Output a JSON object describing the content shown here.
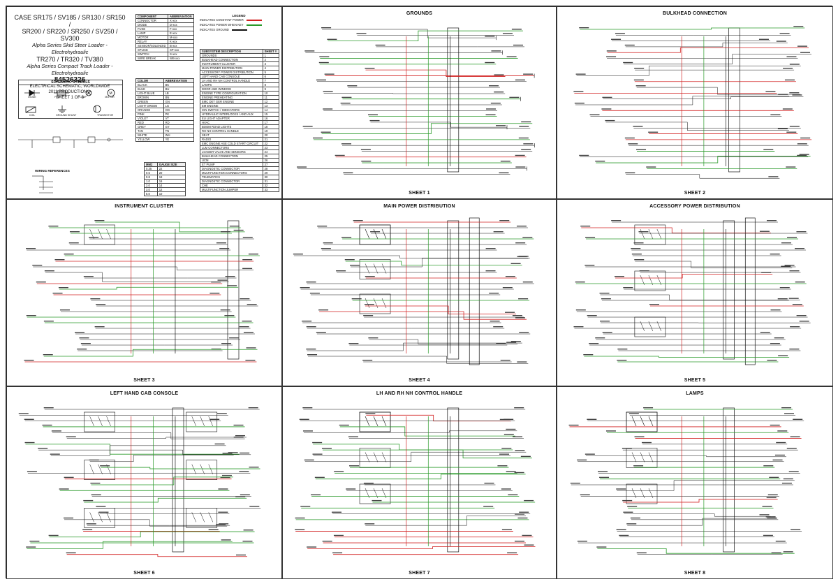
{
  "title_block": {
    "models_line1": "CASE SR175 / SV185 / SR130 / SR150 /",
    "models_line2": "SR200 / SR220 / SR250 / SV250 / SV300",
    "series_line1": "Alpha Series Skid Steer Loader - Electrohydraulic",
    "models_line3": "TR270 / TR320 / TV380",
    "series_line2": "Alpha Series Compact Track Loader - Electrohydraulic",
    "part_number": "84526326",
    "schematic_desc": "ELECTRICAL SCHEMATIC, WORLDWIDE",
    "production": "2011 PRODUCTION—",
    "sheet_info": "SHEET 1 OF 3",
    "symbols_header": "SCHEMATIC SYMBOLS",
    "symbols": [
      "DIODE",
      "FUSE",
      "LAMP",
      "MOTOR",
      "COIL",
      "GROUND SHUNT",
      "TRANSISTOR"
    ],
    "wiring_refs_header": "WIRING REFERENCES"
  },
  "component_table": {
    "headers": [
      "COMPONENT",
      "ABBREVIATION"
    ],
    "rows": [
      [
        "CONNECTOR",
        "X-xxx"
      ],
      [
        "DIODE",
        "D-xxx"
      ],
      [
        "FUSE",
        "F-xxx"
      ],
      [
        "LAMP",
        "E-xxx"
      ],
      [
        "MOTOR",
        "M-xxx"
      ],
      [
        "RELAY",
        "K-xxx"
      ],
      [
        "SENSOR/SOLENOID",
        "B-xxx"
      ],
      [
        "SPLICE",
        "SP-xxx"
      ],
      [
        "SWITCH",
        "S-xxx"
      ],
      [
        "WIRE BREAK",
        "WB-xxx"
      ]
    ]
  },
  "legend": {
    "header": "LEGEND",
    "items": [
      {
        "label": "INDICATES CONSTANT POWER",
        "color": "#d22020"
      },
      {
        "label": "INDICATES POWER WHEN KEY",
        "color": "#2a9a2a"
      },
      {
        "label": "INDICATES GROUND",
        "color": "#111111"
      }
    ]
  },
  "color_table": {
    "headers": [
      "COLOR",
      "ABBREVIATION"
    ],
    "rows": [
      [
        "BLACK",
        "BK"
      ],
      [
        "BLUE",
        "BU"
      ],
      [
        "LIGHT BLUE",
        "LB"
      ],
      [
        "BROWN",
        "BN"
      ],
      [
        "GREEN",
        "GN"
      ],
      [
        "LIGHT GREEN",
        "LG"
      ],
      [
        "ORANGE",
        "OG"
      ],
      [
        "PINK",
        "PK"
      ],
      [
        "VIOLET",
        "VT"
      ],
      [
        "RED",
        "RD"
      ],
      [
        "GREY",
        "GY"
      ],
      [
        "TAN",
        "TN"
      ],
      [
        "WHITE",
        "WH"
      ],
      [
        "YELLOW",
        "YE"
      ]
    ]
  },
  "subsystem_table": {
    "headers": [
      "SUBSYSTEM DESCRIPTION",
      "SHEET #"
    ],
    "rows": [
      [
        "GROUNDS",
        "1"
      ],
      [
        "BULKHEAD CONNECTION",
        "2"
      ],
      [
        "INSTRUMENT CLUSTER",
        "3"
      ],
      [
        "MAIN POWER DISTRIBUTION",
        "4"
      ],
      [
        "ACCESSORY POWER DISTRIBUTION",
        "5"
      ],
      [
        "LEFT HAND CAB CONSOLE",
        "6"
      ],
      [
        "LH AND RH NH CONTROL HANDLE",
        "7"
      ],
      [
        "LAMPS",
        "8"
      ],
      [
        "DOOR AND WINDOW",
        "9"
      ],
      [
        "ENGINE TYPE CONFIGURATION",
        "10"
      ],
      [
        "ENGINE PREHEATING",
        "11"
      ],
      [
        "EMC DET GER ENGINE",
        "12"
      ],
      [
        "EM ENGINE",
        "13"
      ],
      [
        "IGN SWITCH / INDICATORS",
        "14"
      ],
      [
        "HYDRAULIC INTERLOCKS / AND AUX",
        "15"
      ],
      [
        "EU LIGHT ADAPTER",
        "16"
      ],
      [
        "HVAC",
        "17"
      ],
      [
        "BOOM ROAD LIGHTS",
        "18"
      ],
      [
        "RH NH CONTROL HANDLE",
        "19"
      ],
      [
        "SEAT",
        "20"
      ],
      [
        "RADIO",
        "21"
      ],
      [
        "EMC ENGINE ASE COLD START CIRCUIT",
        "22"
      ],
      [
        "LLM CONNECTORS",
        "23"
      ],
      [
        "LOADER VALVE AND SENSORS",
        "24"
      ],
      [
        "BULKHEAD CONNECTION",
        "25"
      ],
      [
        "UCM",
        "26"
      ],
      [
        "ET PUMP",
        "27"
      ],
      [
        "DIAGNOSTIC CONNECTOR",
        "28"
      ],
      [
        "MULTIFUNCTION CONNECTORS",
        "29"
      ],
      [
        "TELEMATICS",
        "30"
      ],
      [
        "DIAGNOSTIC CONNECTOR",
        "31"
      ],
      [
        "CHE",
        "32"
      ],
      [
        "MULTIFUNCTION JUMPER",
        "33"
      ]
    ]
  },
  "wire_gauge_table": {
    "headers": [
      "MM2",
      "GAUGE SIZE"
    ],
    "rows": [
      [
        "0.35",
        "22"
      ],
      [
        "0.5",
        "20"
      ],
      [
        "0.8",
        "18"
      ],
      [
        "1.0",
        "16"
      ],
      [
        "2.0",
        "14"
      ],
      [
        "3.0",
        "12"
      ],
      [
        "5.0",
        "10"
      ]
    ]
  },
  "panels": [
    {
      "id": "grounds",
      "title": "GROUNDS",
      "sheet": "SHEET 1"
    },
    {
      "id": "bulkhead",
      "title": "BULKHEAD CONNECTION",
      "sheet": "SHEET 2"
    },
    {
      "id": "instrument",
      "title": "INSTRUMENT CLUSTER",
      "sheet": "SHEET 3"
    },
    {
      "id": "mainpower",
      "title": "MAIN POWER DISTRIBUTION",
      "sheet": "SHEET 4"
    },
    {
      "id": "accessory",
      "title": "ACCESSORY POWER DISTRIBUTION",
      "sheet": "SHEET 5"
    },
    {
      "id": "lhconsole",
      "title": "LEFT HAND CAB CONSOLE",
      "sheet": "SHEET 6"
    },
    {
      "id": "controlhandle",
      "title": "LH AND RH NH CONTROL HANDLE",
      "sheet": "SHEET 7"
    },
    {
      "id": "lamps",
      "title": "LAMPS",
      "sheet": "SHEET 8"
    }
  ],
  "colors": {
    "constant_power": "#d22020",
    "key_power": "#2a9a2a",
    "ground": "#111111"
  }
}
